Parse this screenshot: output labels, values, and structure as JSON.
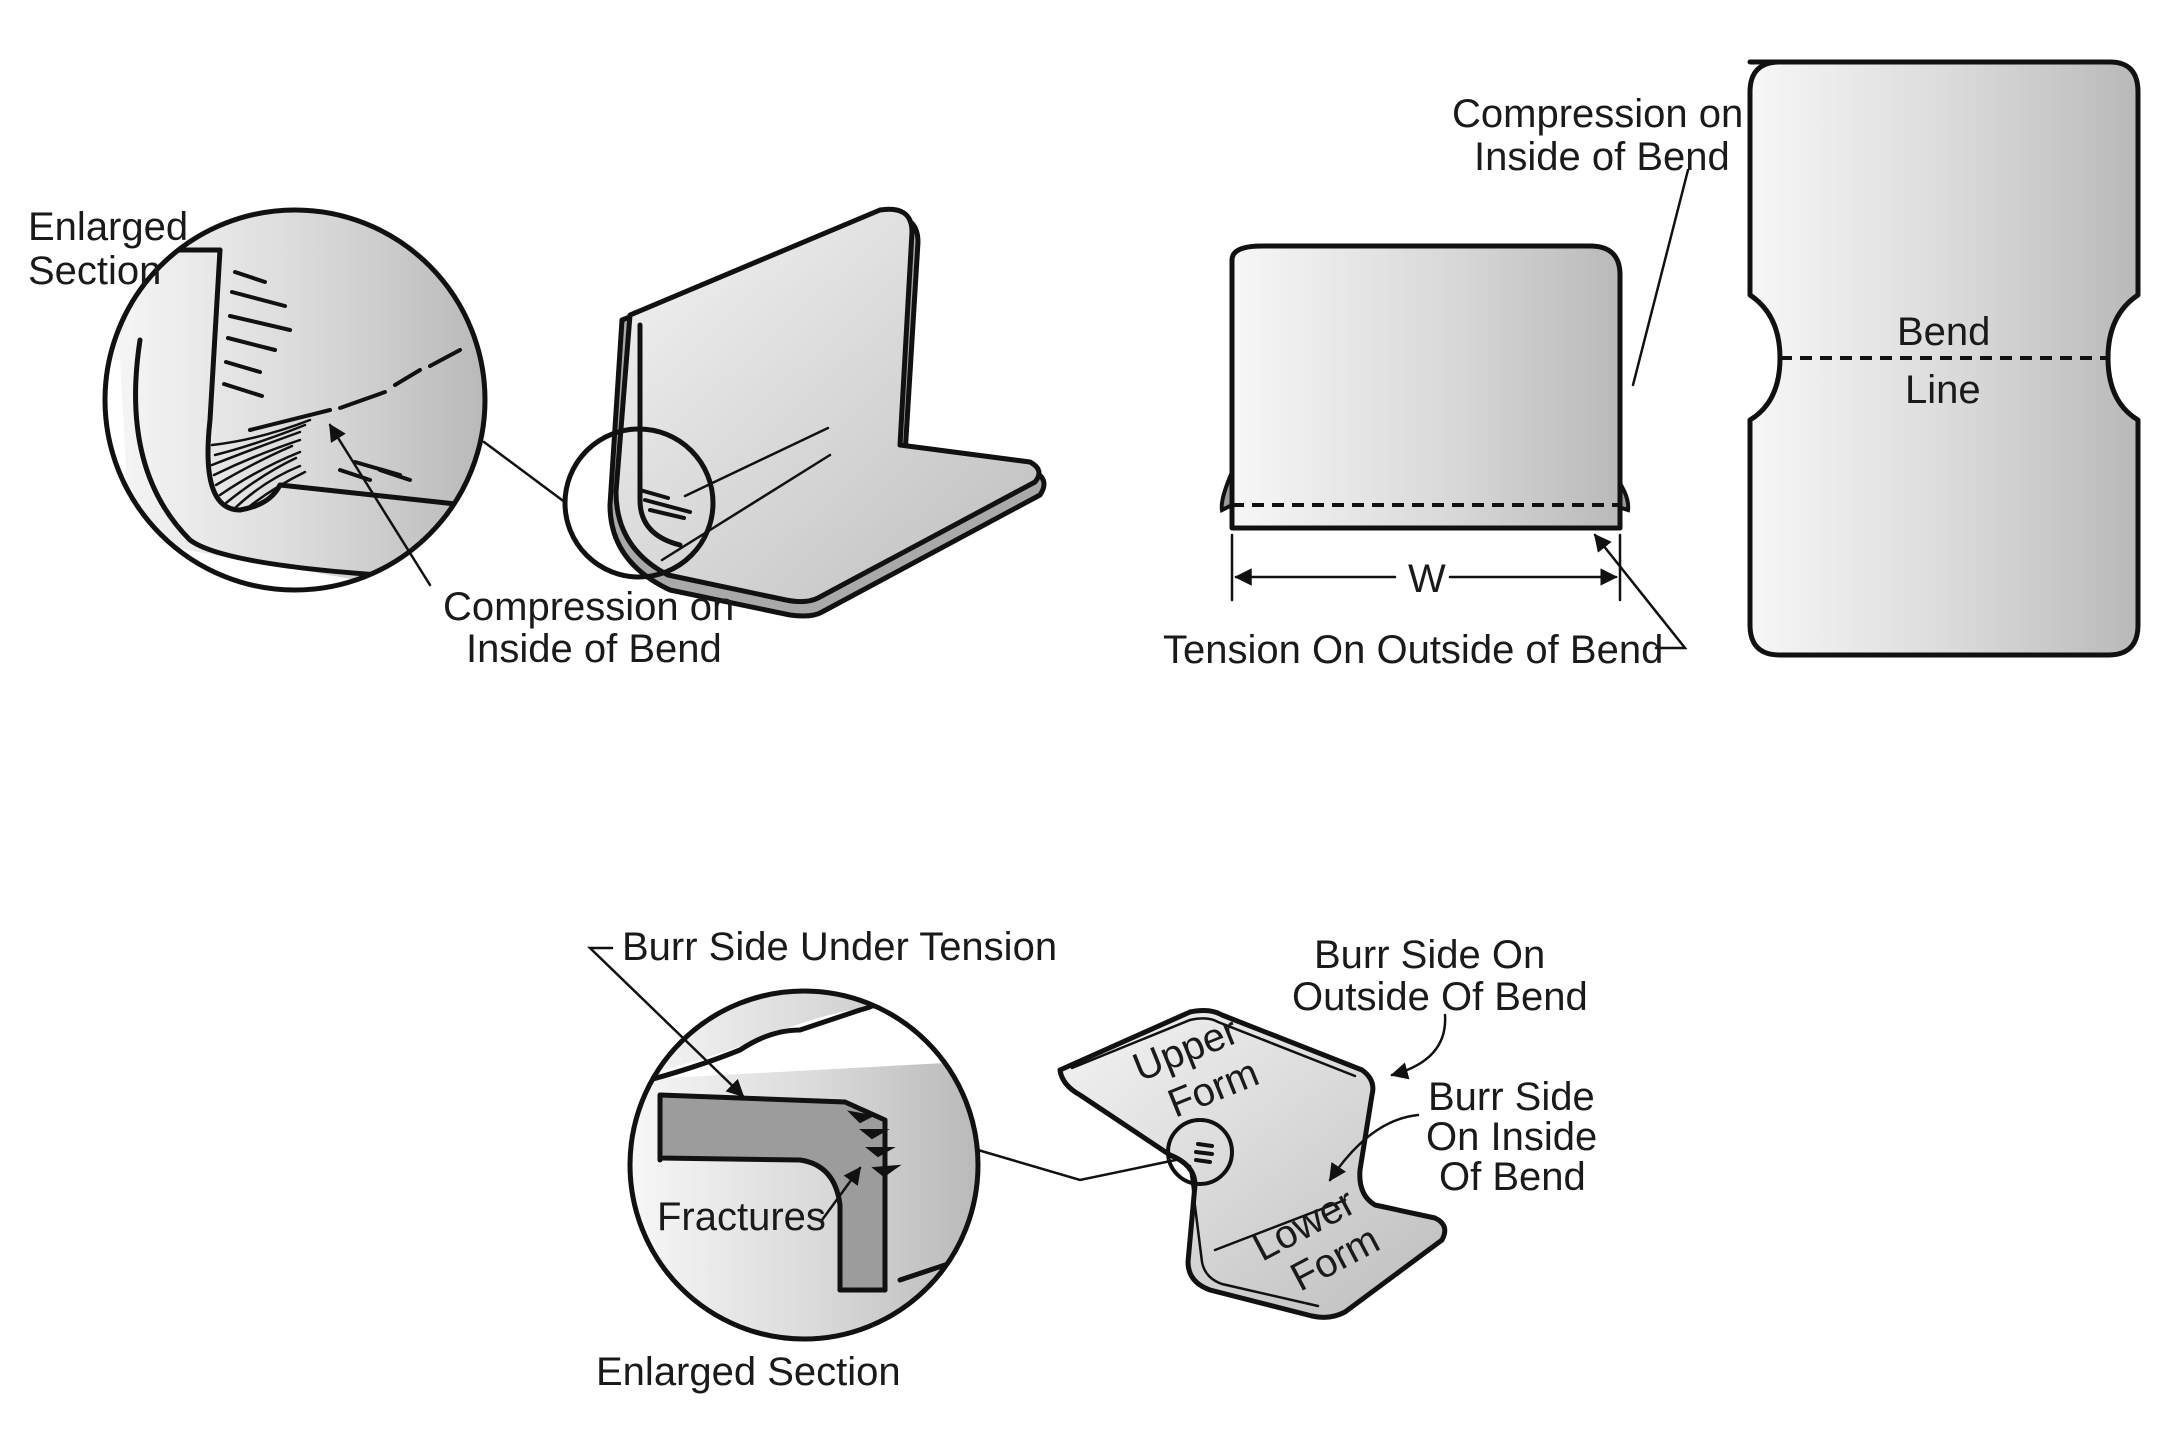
{
  "diagram": {
    "top_left": {
      "enlarged_label_line1": "Enlarged",
      "enlarged_label_line2": "Section",
      "compression_line1": "Compression on",
      "compression_line2": "Inside of Bend"
    },
    "top_right": {
      "compression_line1": "Compression on",
      "compression_line2": "Inside of Bend",
      "width_label": "W",
      "tension_label": "Tension On Outside of Bend",
      "bend_label": "Bend",
      "line_label": "Line"
    },
    "bottom": {
      "burr_tension_label": "Burr Side Under Tension",
      "fractures_label": "Fractures",
      "enlarged_label": "Enlarged Section",
      "burr_outside_line1": "Burr Side On",
      "burr_outside_line2": "Outside Of Bend",
      "burr_inside_line1": "Burr Side",
      "burr_inside_line2": "On Inside",
      "burr_inside_line3": "Of Bend",
      "upper_form_line1": "Upper",
      "upper_form_line2": "Form",
      "lower_form_line1": "Lower",
      "lower_form_line2": "Form"
    }
  }
}
